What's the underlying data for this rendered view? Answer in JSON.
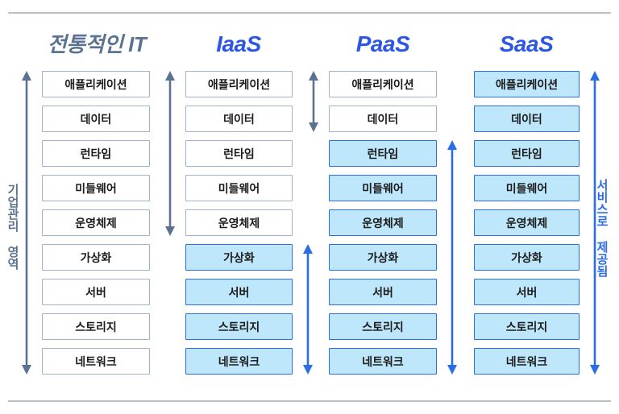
{
  "diagram": {
    "title_hidden": "",
    "colors": {
      "cloud_fill": "#bfe7fb",
      "cloud_border": "#2b6ce8",
      "plain_border": "#9fb2cc",
      "plain_fill": "#ffffff",
      "slate_accent": "#5b7391",
      "blue_accent": "#2b56e8",
      "rule": "#b9c0c7"
    },
    "rules": {
      "top": "horizontal-rule",
      "bottom": "horizontal-rule"
    },
    "layer_names": [
      "애플리케이션",
      "데이터",
      "런타임",
      "미들웨어",
      "운영체제",
      "가상화",
      "서버",
      "스토리지",
      "네트워크"
    ],
    "columns": [
      {
        "id": "traditional-it",
        "heading": "전통적인 IT",
        "heading_style": "slate",
        "managed_by": "customer",
        "layers": [
          {
            "label": "애플리케이션",
            "type": "plain"
          },
          {
            "label": "데이터",
            "type": "plain"
          },
          {
            "label": "런타임",
            "type": "plain"
          },
          {
            "label": "미들웨어",
            "type": "plain"
          },
          {
            "label": "운영체제",
            "type": "plain"
          },
          {
            "label": "가상화",
            "type": "plain"
          },
          {
            "label": "서버",
            "type": "plain"
          },
          {
            "label": "스토리지",
            "type": "plain"
          },
          {
            "label": "네트워크",
            "type": "plain"
          }
        ],
        "arrows": [
          {
            "side": "left",
            "color": "slate",
            "from_layer": 1,
            "to_layer": 9
          }
        ]
      },
      {
        "id": "iaas",
        "heading": "IaaS",
        "heading_style": "blue",
        "layers": [
          {
            "label": "애플리케이션",
            "type": "plain"
          },
          {
            "label": "데이터",
            "type": "plain"
          },
          {
            "label": "런타임",
            "type": "plain"
          },
          {
            "label": "미들웨어",
            "type": "plain"
          },
          {
            "label": "운영체제",
            "type": "plain"
          },
          {
            "label": "가상화",
            "type": "cloud"
          },
          {
            "label": "서버",
            "type": "cloud"
          },
          {
            "label": "스토리지",
            "type": "cloud"
          },
          {
            "label": "네트워크",
            "type": "cloud"
          }
        ],
        "arrows": [
          {
            "side": "left",
            "color": "slate",
            "from_layer": 1,
            "to_layer": 5
          },
          {
            "side": "right",
            "color": "blue",
            "from_layer": 6,
            "to_layer": 9
          }
        ]
      },
      {
        "id": "paas",
        "heading": "PaaS",
        "heading_style": "blue",
        "layers": [
          {
            "label": "애플리케이션",
            "type": "plain"
          },
          {
            "label": "데이터",
            "type": "plain"
          },
          {
            "label": "런타임",
            "type": "cloud"
          },
          {
            "label": "미들웨어",
            "type": "cloud"
          },
          {
            "label": "운영체제",
            "type": "cloud"
          },
          {
            "label": "가상화",
            "type": "cloud"
          },
          {
            "label": "서버",
            "type": "cloud"
          },
          {
            "label": "스토리지",
            "type": "cloud"
          },
          {
            "label": "네트워크",
            "type": "cloud"
          }
        ],
        "arrows": [
          {
            "side": "left",
            "color": "slate",
            "from_layer": 1,
            "to_layer": 2
          },
          {
            "side": "right",
            "color": "blue",
            "from_layer": 3,
            "to_layer": 9
          }
        ]
      },
      {
        "id": "saas",
        "heading": "SaaS",
        "heading_style": "blue",
        "layers": [
          {
            "label": "애플리케이션",
            "type": "cloud"
          },
          {
            "label": "데이터",
            "type": "cloud"
          },
          {
            "label": "런타임",
            "type": "cloud"
          },
          {
            "label": "미들웨어",
            "type": "cloud"
          },
          {
            "label": "운영체제",
            "type": "cloud"
          },
          {
            "label": "가상화",
            "type": "cloud"
          },
          {
            "label": "서버",
            "type": "cloud"
          },
          {
            "label": "스토리지",
            "type": "cloud"
          },
          {
            "label": "네트워크",
            "type": "cloud"
          }
        ],
        "arrows": [
          {
            "side": "right",
            "color": "blue",
            "from_layer": 1,
            "to_layer": 9
          }
        ]
      }
    ],
    "side_labels": {
      "left": "기업관리 영역",
      "right": "서비스로 제공됨"
    }
  }
}
